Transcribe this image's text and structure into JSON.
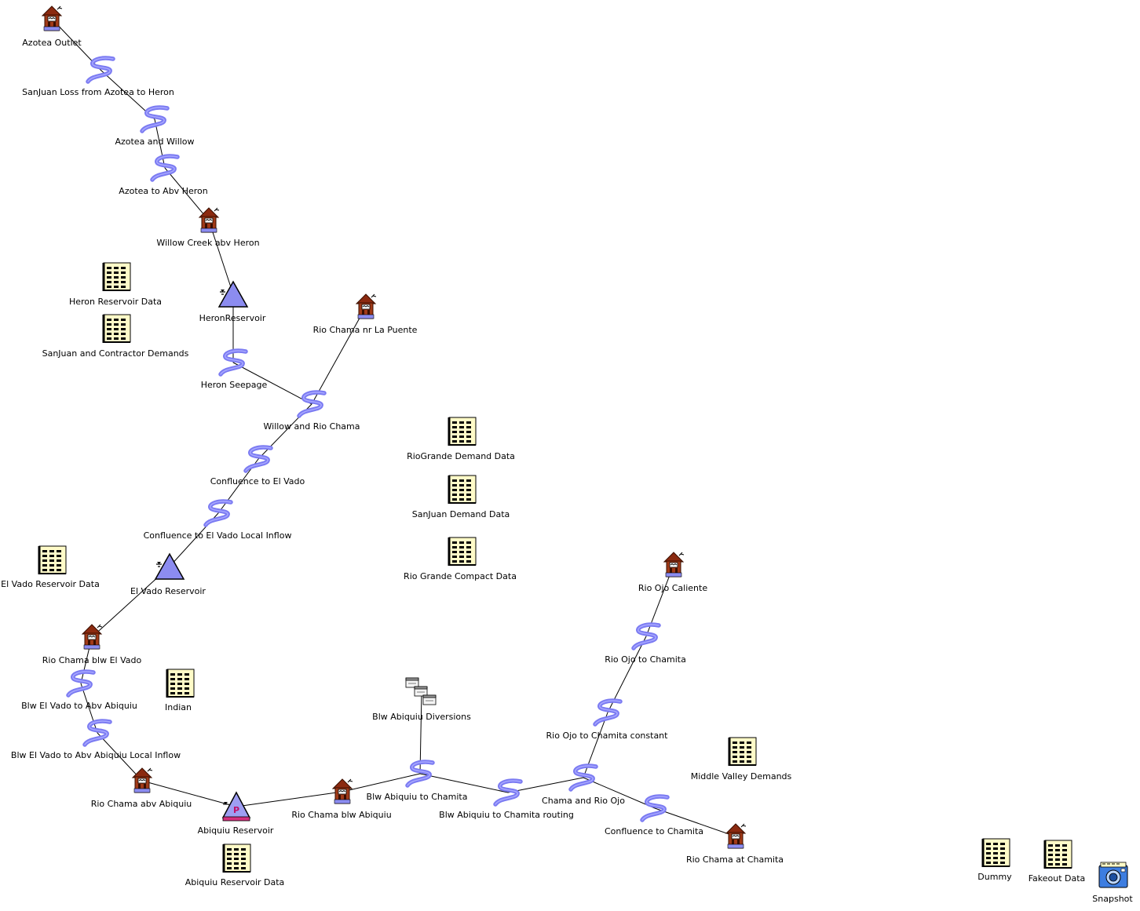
{
  "nodes": [
    {
      "id": "azotea-outlet",
      "type": "gage",
      "label": "Azotea Outlet"
    },
    {
      "id": "sanjuan-loss",
      "type": "reach",
      "label": "SanJuan Loss from Azotea to Heron"
    },
    {
      "id": "azotea-willow",
      "type": "reach",
      "label": "Azotea and Willow"
    },
    {
      "id": "azotea-abv-heron",
      "type": "reach",
      "label": "Azotea to Abv Heron"
    },
    {
      "id": "willow-creek",
      "type": "gage",
      "label": "Willow Creek abv Heron"
    },
    {
      "id": "heron-res-data",
      "type": "data",
      "label": "Heron Reservoir Data"
    },
    {
      "id": "sanjuan-contractor",
      "type": "data",
      "label": "SanJuan and Contractor Demands"
    },
    {
      "id": "heron-reservoir",
      "type": "reservoir",
      "label": "HeronReservoir"
    },
    {
      "id": "rio-chama-la-puente",
      "type": "gage",
      "label": "Rio Chama nr La Puente"
    },
    {
      "id": "heron-seepage",
      "type": "reach",
      "label": "Heron Seepage"
    },
    {
      "id": "willow-rio-chama",
      "type": "reach",
      "label": "Willow and Rio Chama"
    },
    {
      "id": "riogrande-demand",
      "type": "data",
      "label": "RioGrande Demand Data"
    },
    {
      "id": "confluence-el-vado",
      "type": "reach",
      "label": "Confluence to El Vado"
    },
    {
      "id": "sanjuan-demand",
      "type": "data",
      "label": "SanJuan Demand Data"
    },
    {
      "id": "confluence-local",
      "type": "reach",
      "label": "Confluence to El Vado Local Inflow"
    },
    {
      "id": "el-vado-res-data",
      "type": "data",
      "label": "El Vado Reservoir Data"
    },
    {
      "id": "el-vado-reservoir",
      "type": "reservoir",
      "label": "El Vado Reservoir"
    },
    {
      "id": "rio-grande-compact",
      "type": "data",
      "label": "Rio Grande Compact Data"
    },
    {
      "id": "rio-ojo-caliente",
      "type": "gage",
      "label": "Rio Ojo Caliente"
    },
    {
      "id": "rio-chama-blw-el-vado",
      "type": "gage",
      "label": "Rio Chama blw El Vado"
    },
    {
      "id": "rio-ojo-chamita",
      "type": "reach",
      "label": "Rio Ojo to Chamita"
    },
    {
      "id": "blw-el-vado-abv",
      "type": "reach",
      "label": "Blw El Vado to Abv Abiquiu"
    },
    {
      "id": "indian",
      "type": "data",
      "label": "Indian"
    },
    {
      "id": "blw-abiquiu-div",
      "type": "diversion",
      "label": "Blw Abiquiu Diversions"
    },
    {
      "id": "rio-ojo-chamita-const",
      "type": "reach",
      "label": "Rio Ojo to Chamita constant"
    },
    {
      "id": "blw-el-vado-local",
      "type": "reach",
      "label": "Blw El Vado to Abv Abiquiu Local Inflow"
    },
    {
      "id": "middle-valley",
      "type": "data",
      "label": "Middle Valley Demands"
    },
    {
      "id": "blw-abiquiu-chamita",
      "type": "reach",
      "label": "Blw Abiquiu to Chamita"
    },
    {
      "id": "rio-chama-abv-abiquiu",
      "type": "gage",
      "label": "Rio Chama abv Abiquiu"
    },
    {
      "id": "chama-rio-ojo",
      "type": "reach",
      "label": "Chama and Rio Ojo"
    },
    {
      "id": "abiquiu-reservoir",
      "type": "power-reservoir",
      "label": "Abiquiu Reservoir"
    },
    {
      "id": "rio-chama-blw-abiquiu",
      "type": "gage",
      "label": "Rio Chama blw Abiquiu"
    },
    {
      "id": "blw-abiquiu-routing",
      "type": "reach",
      "label": "Blw Abiquiu to Chamita routing"
    },
    {
      "id": "confluence-chamita",
      "type": "reach",
      "label": "Confluence to Chamita"
    },
    {
      "id": "rio-chama-chamita",
      "type": "gage",
      "label": "Rio Chama at Chamita"
    },
    {
      "id": "abiquiu-res-data",
      "type": "data",
      "label": "Abiquiu Reservoir Data"
    },
    {
      "id": "dummy",
      "type": "data",
      "label": "Dummy"
    },
    {
      "id": "fakeout",
      "type": "data",
      "label": "Fakeout Data"
    },
    {
      "id": "snapshot",
      "type": "snapshot",
      "label": "Snapshot"
    }
  ],
  "links": [
    [
      "azotea-outlet",
      "sanjuan-loss"
    ],
    [
      "sanjuan-loss",
      "azotea-willow"
    ],
    [
      "azotea-willow",
      "azotea-abv-heron"
    ],
    [
      "azotea-abv-heron",
      "willow-creek"
    ],
    [
      "willow-creek",
      "heron-reservoir"
    ],
    [
      "heron-reservoir",
      "heron-seepage"
    ],
    [
      "heron-seepage",
      "willow-rio-chama"
    ],
    [
      "rio-chama-la-puente",
      "willow-rio-chama"
    ],
    [
      "willow-rio-chama",
      "confluence-el-vado"
    ],
    [
      "confluence-el-vado",
      "confluence-local"
    ],
    [
      "confluence-local",
      "el-vado-reservoir"
    ],
    [
      "el-vado-reservoir",
      "rio-chama-blw-el-vado"
    ],
    [
      "rio-chama-blw-el-vado",
      "blw-el-vado-abv"
    ],
    [
      "blw-el-vado-abv",
      "blw-el-vado-local"
    ],
    [
      "blw-el-vado-local",
      "rio-chama-abv-abiquiu"
    ],
    [
      "rio-chama-abv-abiquiu",
      "abiquiu-reservoir"
    ],
    [
      "abiquiu-reservoir",
      "rio-chama-blw-abiquiu"
    ],
    [
      "rio-chama-blw-abiquiu",
      "blw-abiquiu-chamita"
    ],
    [
      "blw-abiquiu-div",
      "blw-abiquiu-chamita"
    ],
    [
      "blw-abiquiu-chamita",
      "blw-abiquiu-routing"
    ],
    [
      "blw-abiquiu-routing",
      "chama-rio-ojo"
    ],
    [
      "rio-ojo-caliente",
      "rio-ojo-chamita"
    ],
    [
      "rio-ojo-chamita",
      "rio-ojo-chamita-const"
    ],
    [
      "rio-ojo-chamita-const",
      "chama-rio-ojo"
    ],
    [
      "chama-rio-ojo",
      "confluence-chamita"
    ],
    [
      "confluence-chamita",
      "rio-chama-chamita"
    ]
  ],
  "colors": {
    "reach": "#7b7bf2",
    "reservoir": "#8c8cf0",
    "gage_house": "#8b2a10",
    "data_fill": "#fffbc8",
    "power_base": "#d4307e",
    "snapshot": "#2d6fd6"
  }
}
